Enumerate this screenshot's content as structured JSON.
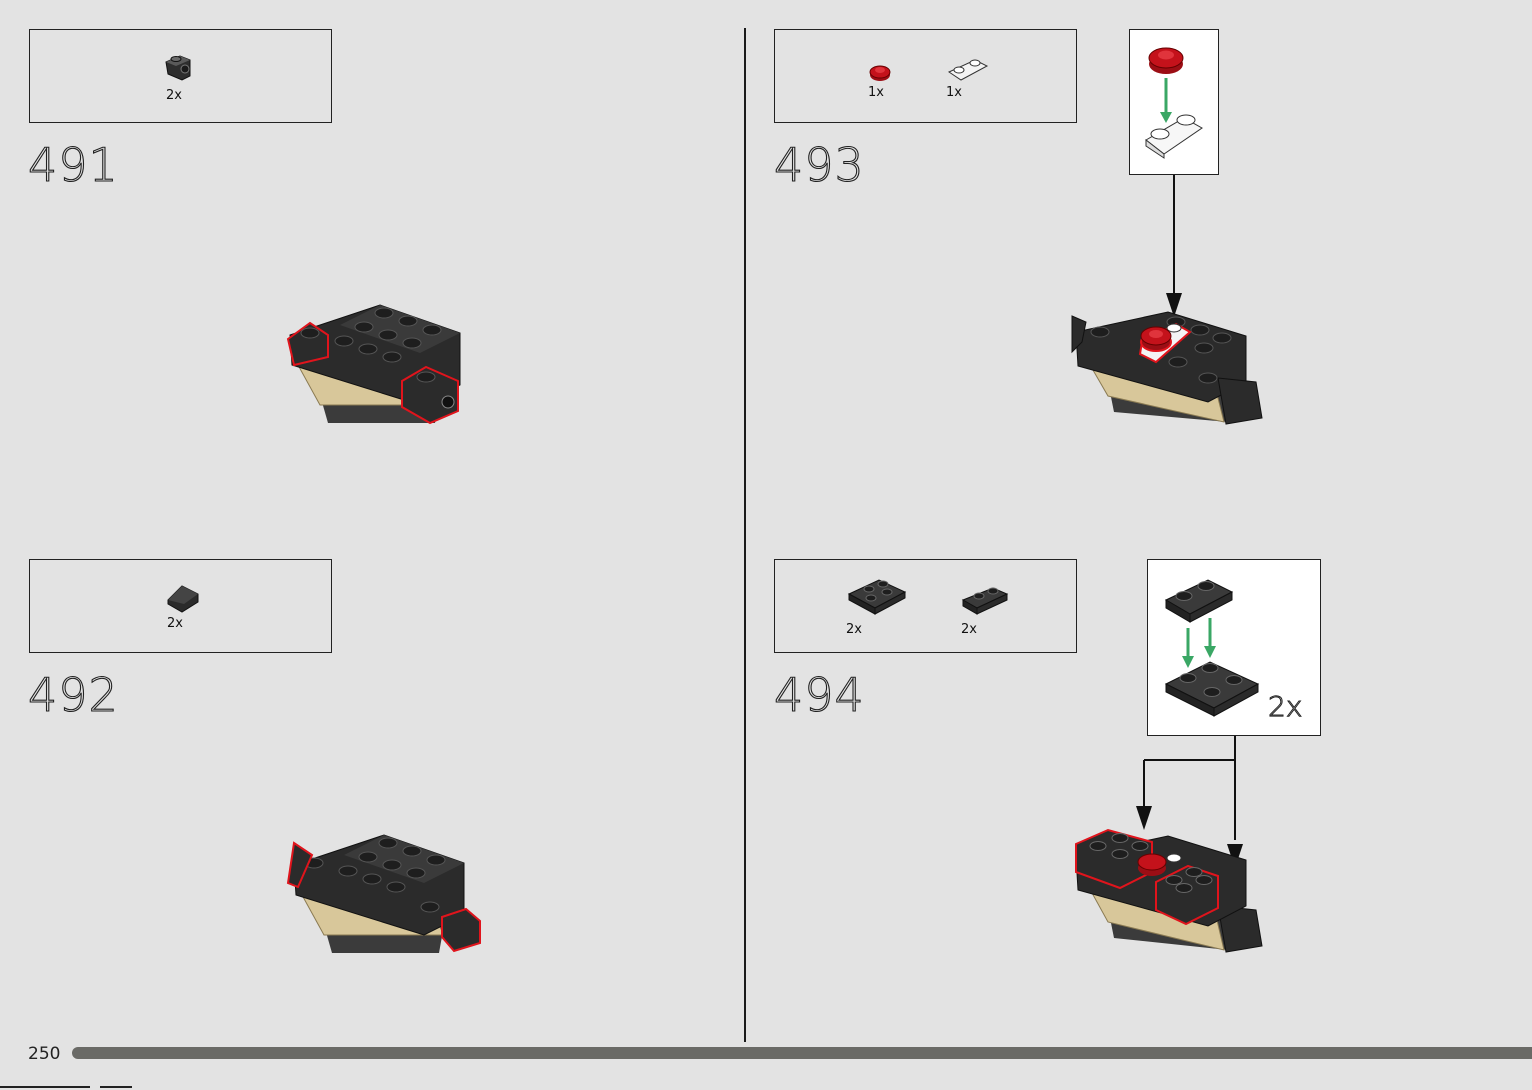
{
  "page_number": "250",
  "steps": [
    {
      "number": "491",
      "parts": [
        {
          "name": "bracket-plate",
          "qty": "2x"
        }
      ]
    },
    {
      "number": "492",
      "parts": [
        {
          "name": "slope-tile",
          "qty": "2x"
        }
      ]
    },
    {
      "number": "493",
      "parts": [
        {
          "name": "round-plate-red",
          "qty": "1x"
        },
        {
          "name": "plate-1x2-rounded-white",
          "qty": "1x"
        }
      ]
    },
    {
      "number": "494",
      "parts": [
        {
          "name": "plate-2x2-dark",
          "qty": "2x"
        },
        {
          "name": "plate-1x2-dark",
          "qty": "2x"
        }
      ],
      "callout_qty": "2x"
    }
  ],
  "colors": {
    "background": "#e3e3e3",
    "brick_dark": "#2b2b2b",
    "brick_tan": "#d8c79a",
    "highlight_red": "#e0141c",
    "arrow_green": "#3aa765",
    "part_red": "#c4121b"
  }
}
